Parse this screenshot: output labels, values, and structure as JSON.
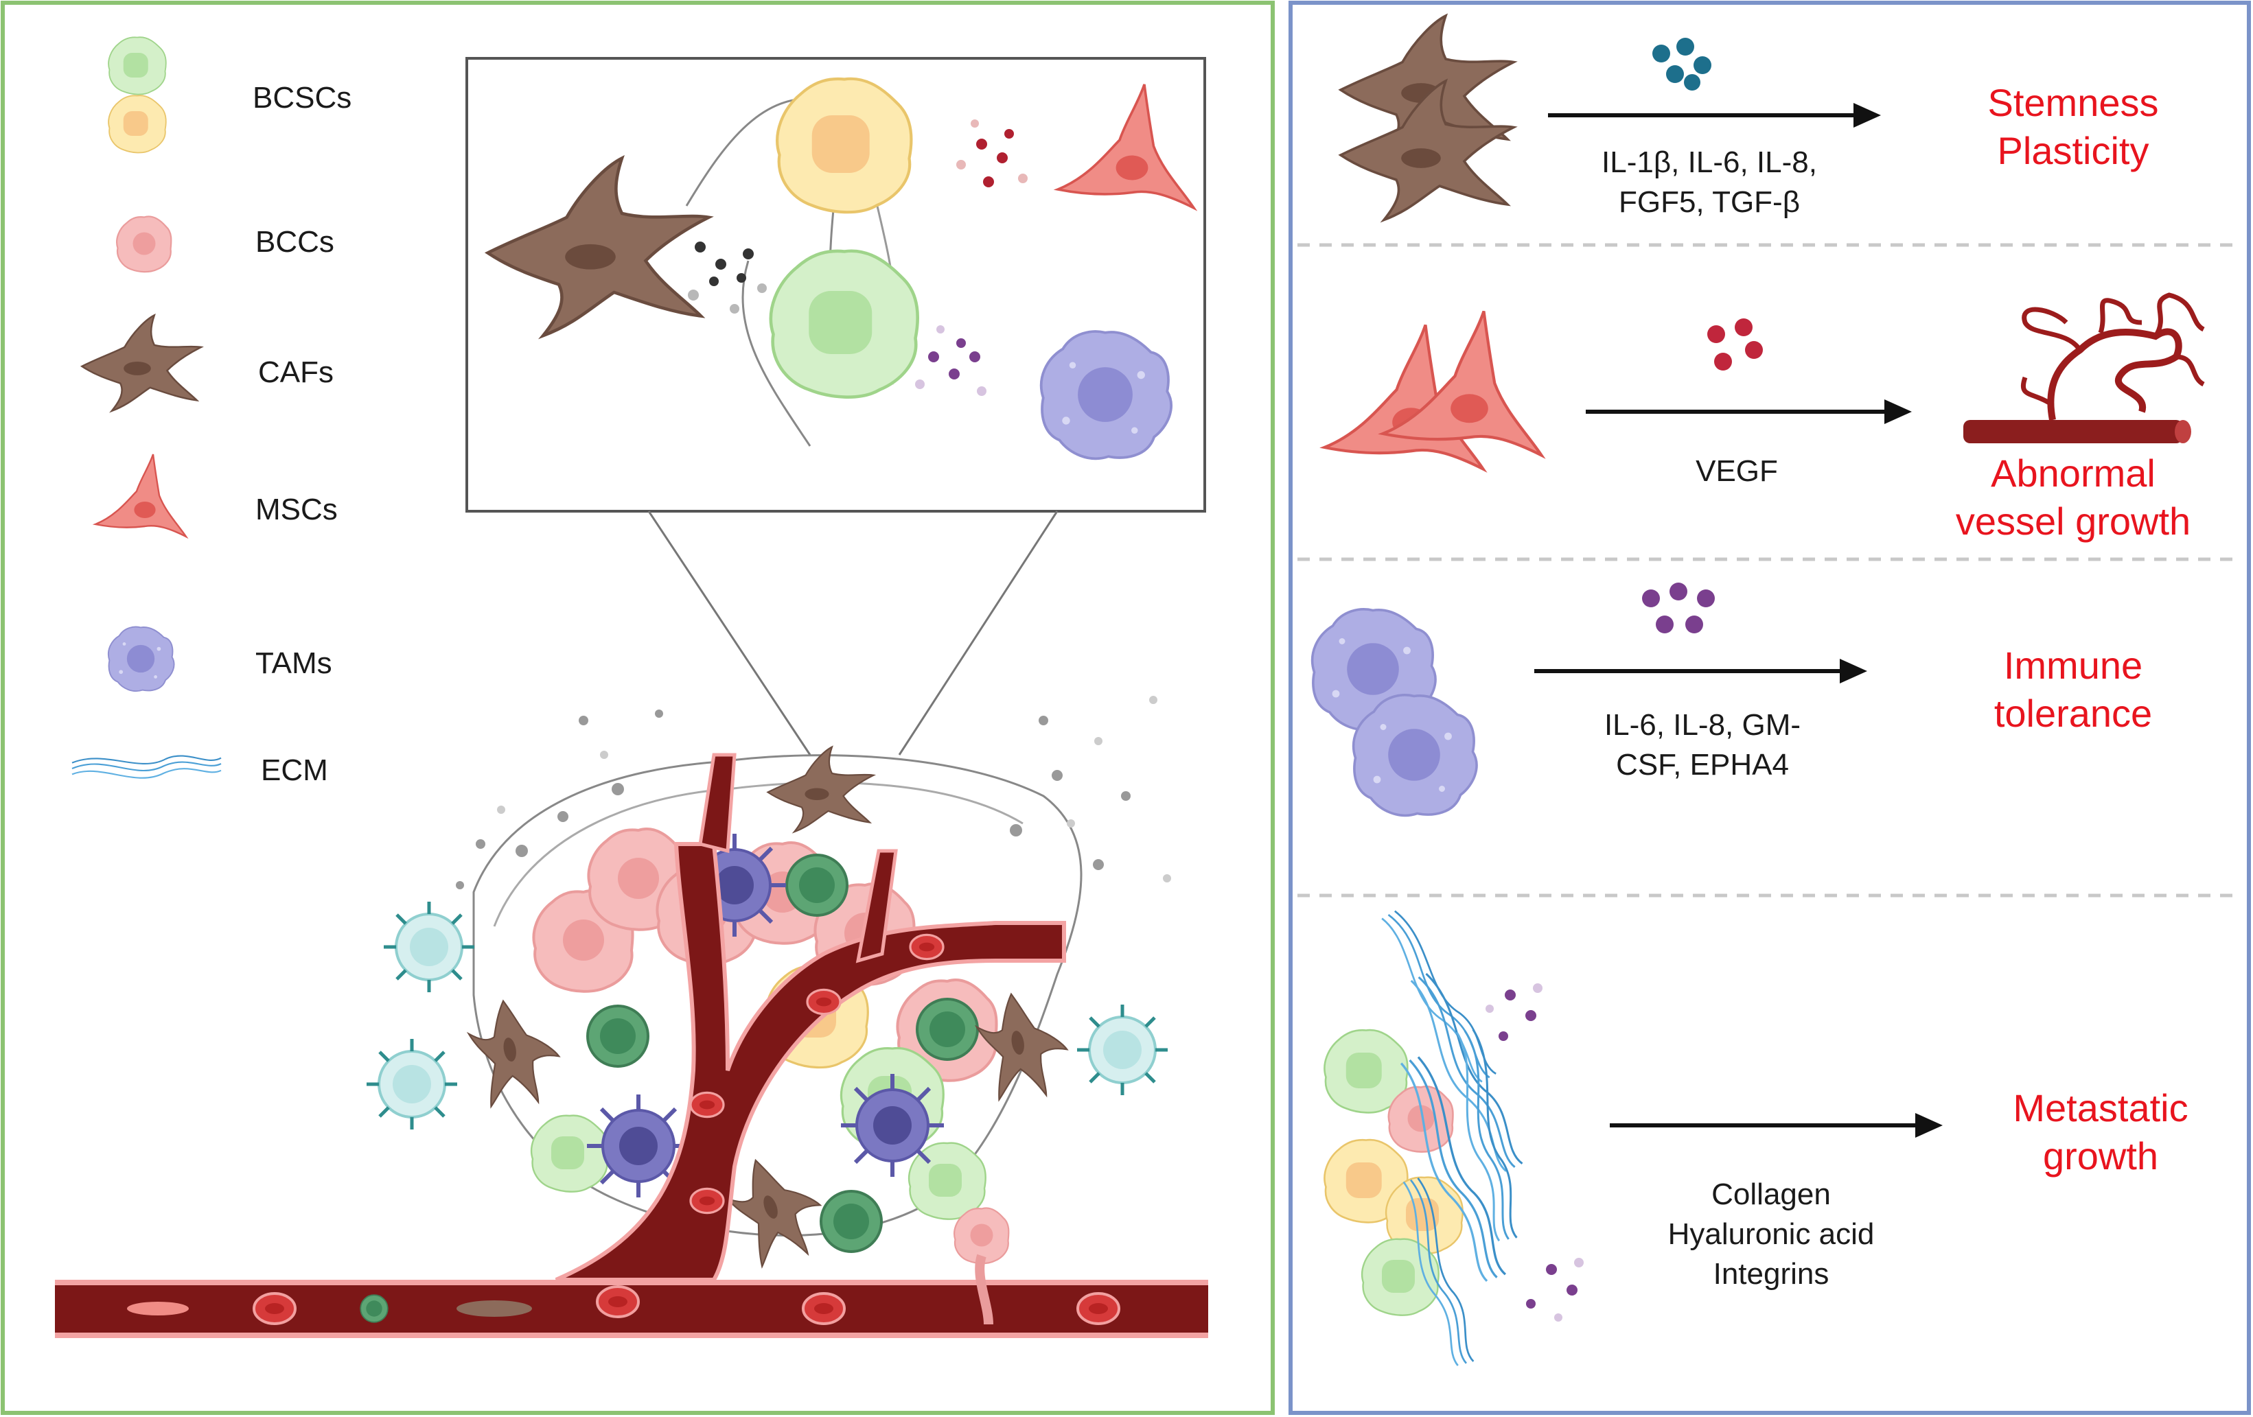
{
  "legend": {
    "items": [
      {
        "name": "bcscs",
        "label": "BCSCs"
      },
      {
        "name": "bccs",
        "label": "BCCs"
      },
      {
        "name": "cafs",
        "label": "CAFs"
      },
      {
        "name": "mscs",
        "label": "MSCs"
      },
      {
        "name": "tams",
        "label": "TAMs"
      },
      {
        "name": "ecm",
        "label": "ECM"
      }
    ]
  },
  "panels": [
    {
      "key": "stemness",
      "factors": [
        "IL-1β, IL-6, IL-8,",
        "FGF5, TGF-β"
      ],
      "outcome": [
        "Stemness",
        "Plasticity"
      ]
    },
    {
      "key": "vessel",
      "factors": [
        "VEGF"
      ],
      "outcome": [
        "Abnormal",
        "vessel growth"
      ]
    },
    {
      "key": "immune",
      "factors": [
        "IL-6, IL-8, GM-",
        "CSF, EPHA4"
      ],
      "outcome": [
        "Immune",
        "tolerance"
      ]
    },
    {
      "key": "metastatic",
      "factors": [
        "Collagen",
        "Hyaluronic acid",
        "Integrins"
      ],
      "outcome": [
        "Metastatic",
        "growth"
      ]
    }
  ],
  "colors": {
    "left_border": "#8cc372",
    "right_border": "#7b93c9",
    "outcome_text": "#e8141e",
    "caf": "#8c6b5b",
    "msc": "#ee7f7a",
    "tam": "#a9a8e0",
    "bcsc_green": "#c9ecc0",
    "bcsc_yellow": "#fbe6a6",
    "bcc": "#f4b6b6",
    "vessel": "#7c1717",
    "ecm": "#4a9fd6"
  },
  "icons": [
    "bcsc-icon",
    "bcc-icon",
    "caf-icon",
    "msc-icon",
    "tam-icon",
    "ecm-icon",
    "blood-vessel-icon",
    "arrow-icon"
  ]
}
